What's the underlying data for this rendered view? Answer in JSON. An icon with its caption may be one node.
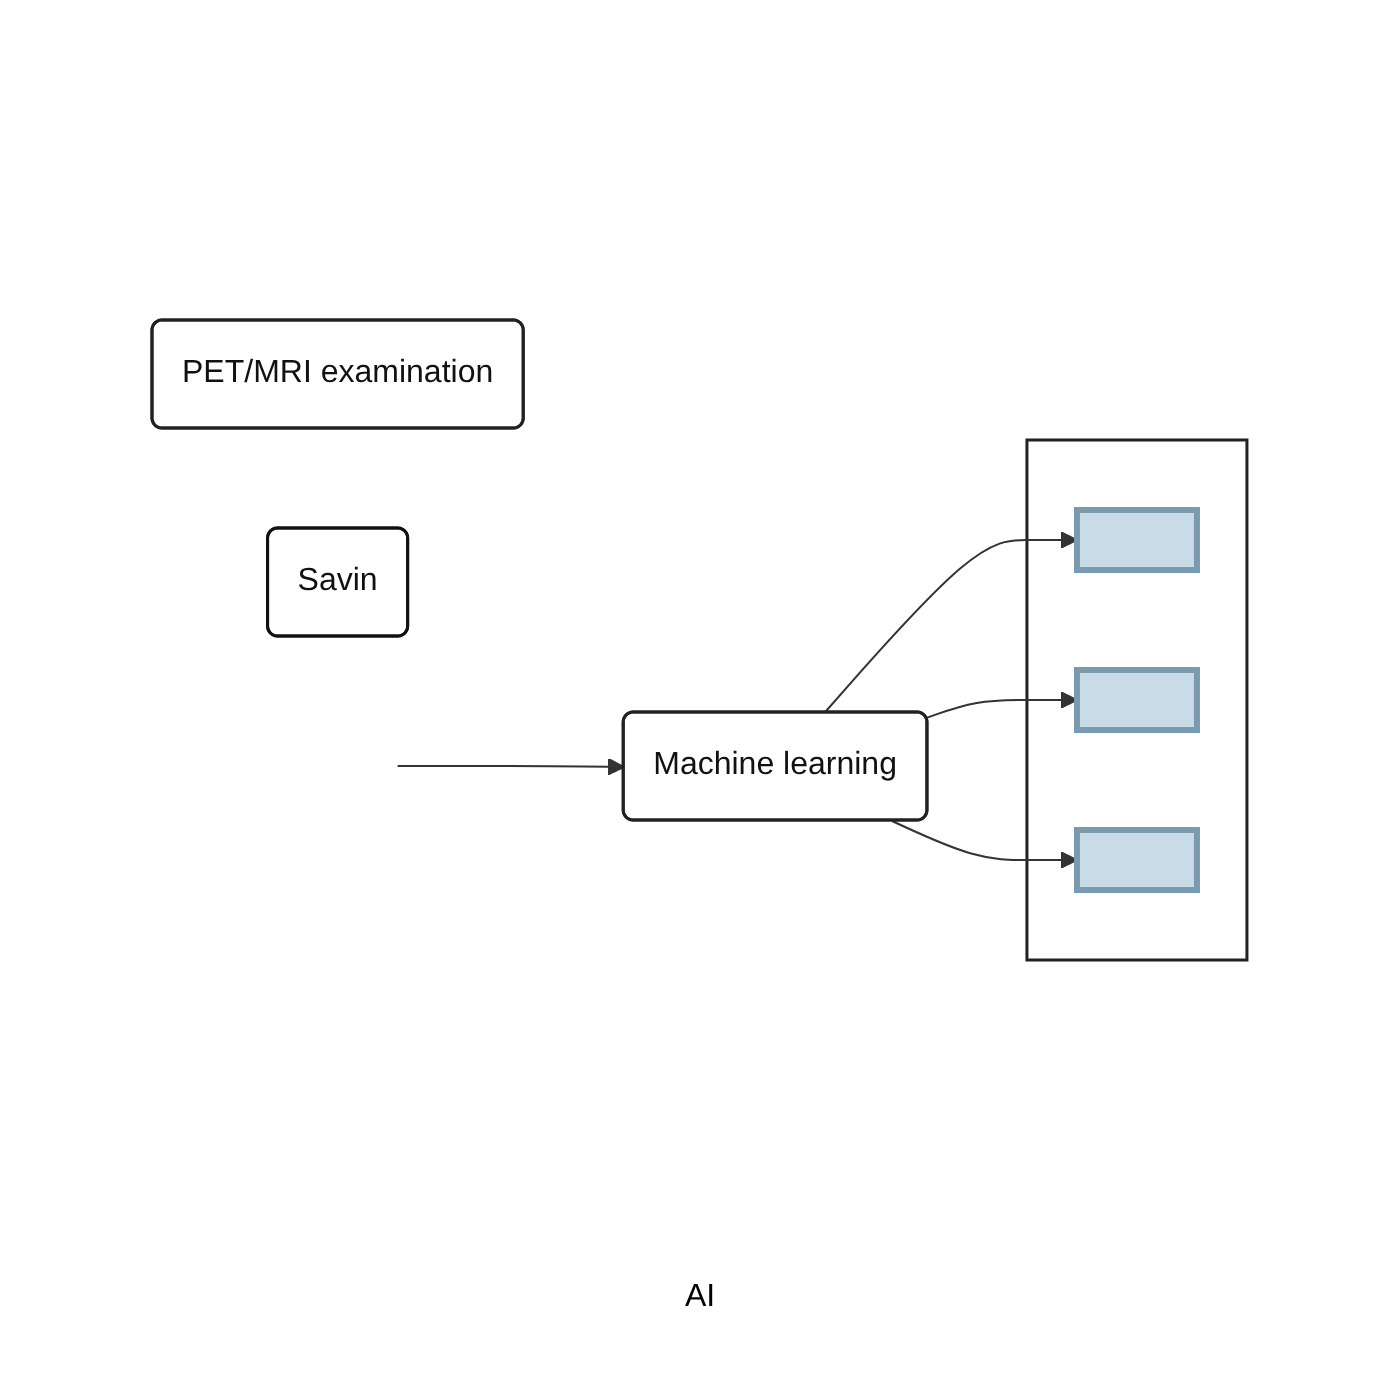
{
  "diagram": {
    "nodes": [
      {
        "text": [
          "PET/MRI examination"
        ]
      },
      {
        "text": [
          "Machine learning"
        ]
      },
      {
        "text": [],
        "shape": "box"
      },
      {
        "text": [],
        "shape": "box",
        "in": 2
      },
      {
        "text": [],
        "shape": "box",
        "in": 2
      },
      {
        "text": [],
        "shape": "box",
        "in": 2
      },
      {
        "text": [
          "Savin"
        ]
      }
    ],
    "edges": [
      {
        "from": null,
        "to": 1,
        "arrow": "to"
      },
      {
        "from": 1,
        "to": 3,
        "arrow": "to"
      },
      {
        "from": 1,
        "to": 4,
        "arrow": "to"
      },
      {
        "from": 1,
        "to": 5,
        "arrow": "to"
      }
    ],
    "labels": [
      "AI"
    ]
  }
}
